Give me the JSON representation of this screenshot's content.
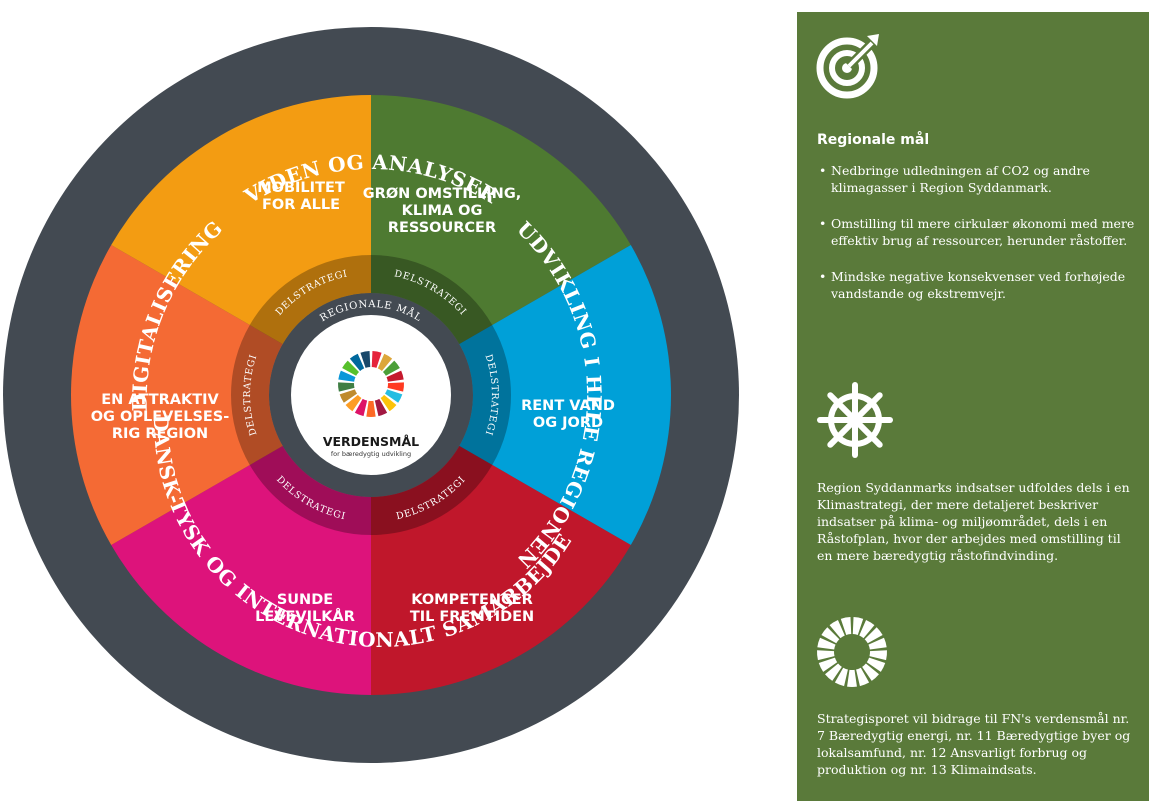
{
  "wheel": {
    "outer_ring": {
      "top": "VIDEN OG ANALYSER",
      "right": "UDVIKLING I HELE REGIONEN",
      "bottom": "DANSK-TYSK OG INTERNATIONALT SAMARBEJDE",
      "left": "DIGITALISERING"
    },
    "segments": [
      {
        "lines": [
          "GRØN OMSTILLING,",
          "KLIMA OG",
          "RESSOURCER"
        ],
        "color": "#4e7a31"
      },
      {
        "lines": [
          "RENT VAND",
          "OG JORD"
        ],
        "color": "#00a0d8"
      },
      {
        "lines": [
          "KOMPETENCER",
          "TIL FREMTIDEN"
        ],
        "color": "#c0172b"
      },
      {
        "lines": [
          "SUNDE",
          "LEVEVILKÅR"
        ],
        "color": "#dd137b"
      },
      {
        "lines": [
          "EN ATTRAKTIV",
          "OG OPLEVELSES-",
          "RIG REGION"
        ],
        "color": "#f46a34"
      },
      {
        "lines": [
          "MOBILITET",
          "FOR ALLE"
        ],
        "color": "#f39c12"
      }
    ],
    "delstrategi_label": "DELSTRATEGI",
    "inner_ring_label": "REGIONALE MÅL",
    "center": {
      "title": "VERDENSMÅL",
      "subtitle": "for bæredygtig udvikling"
    },
    "sdg_colors": [
      "#e5243b",
      "#dda63a",
      "#4c9f38",
      "#c5192d",
      "#ff3a21",
      "#26bde2",
      "#fcc30b",
      "#a21942",
      "#fd6925",
      "#dd1367",
      "#fd9d24",
      "#bf8b2e",
      "#3f7e44",
      "#0a97d9",
      "#56c02b",
      "#00689d",
      "#19486a"
    ]
  },
  "panel": {
    "background": "#5a7a3a",
    "icons": [
      "target-icon",
      "ships-wheel-icon",
      "sdg-wheel-icon"
    ],
    "heading": "Regionale mål",
    "goals": [
      "Nedbringe udledningen af CO2 og andre klimagasser i Region Syddanmark.",
      "Omstilling til mere cirkulær økonomi med mere effektiv brug af ressourcer, herunder råstoffer.",
      "Mindske negative konsekvenser ved forhøjede vandstande og ekstremvejr."
    ],
    "paragraph1": "Region Syddanmarks indsatser udfoldes dels i en Klimastrategi, der mere detaljeret beskriver indsatser på klima- og miljøområdet, dels i en Råstofplan, hvor der arbejdes med omstilling til en mere bæredygtig råstofindvinding.",
    "paragraph2": "Strategisporet vil bidrage til FN's verdensmål nr. 7 Bæredygtig energi, nr. 11 Bæredygtige byer og lokalsamfund, nr. 12 Ansvarligt forbrug og produktion og nr. 13 Klimaindsats."
  }
}
